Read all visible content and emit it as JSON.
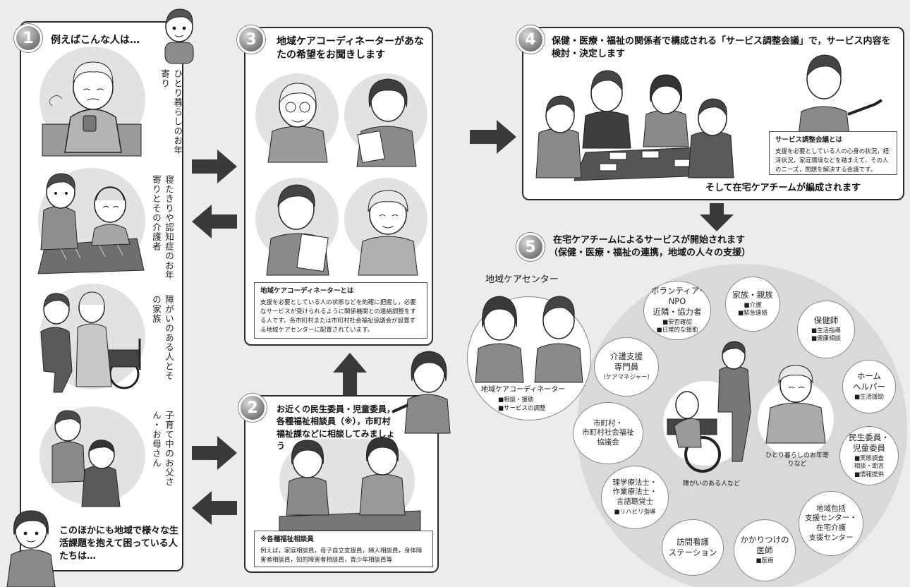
{
  "step1": {
    "number": "1",
    "title": "例えばこんな人は…",
    "cases": [
      "ひとり暮らしのお年寄り",
      "寝たきりや認知症のお年寄りとその介護者",
      "障がいのある人とその家族",
      "子育て中のお父さん・お母さん"
    ],
    "footer": "このほかにも地域で様々な生活課題を抱えて困っている人たちは…"
  },
  "step2": {
    "number": "2",
    "title": "お近くの民生委員・児童委員，各種福祉相談員（※），市町村福祉課などに相談してみましょう",
    "note_heading": "※各種福祉相談員",
    "note_body": "例えば，家庭相談員，母子自立支援員，婦人相談員，身体障害者相談員，知的障害者相談員，青少年相談員等"
  },
  "step3": {
    "number": "3",
    "title": "地域ケアコーディネーターがあなたの希望をお聞きします",
    "note_heading": "地域ケアコーディネーターとは",
    "note_body": "支援を必要としている人の状態などを的確に把握し，必要なサービスが受けられるように関係機関との連絡調整をする人です。各市町村または市町村社会福祉協議会が設置する地域ケアセンターに配置されています。"
  },
  "step4": {
    "number": "4",
    "title": "保健・医療・福祉の関係者で構成される「サービス調整会議」で，サービス内容を検討・決定します",
    "note_heading": "サービス調整会議とは",
    "note_body": "支援を必要としている人の心身の状況，経済状況，家庭環境などを踏まえて，その人のニーズ，問題を解決する会議です。",
    "footer": "そして在宅ケアチームが編成されます"
  },
  "step5": {
    "number": "5",
    "title": "在宅ケアチームによるサービスが開始されます",
    "subtitle": "（保健・医療・福祉の連携，地域の人々の支援）",
    "center_label": "地域ケアセンター",
    "coordinator_label": "地域ケアコーディネーター",
    "coordinator_roles": "■相談・援助\n■サービスの調整",
    "elderly_label": "ひとり暮らしのお年寄りなど",
    "disabled_label": "障がいのある人など",
    "nodes": [
      {
        "name": "ボランティア･NPO\n近隣・協力者",
        "roles": "■安否確認\n■日常的な援助"
      },
      {
        "name": "家族・親族",
        "roles": "■介護\n■緊急連絡"
      },
      {
        "name": "保健師",
        "roles": "■生活指導\n■健康相談"
      },
      {
        "name": "ホーム\nヘルパー",
        "roles": "■生活援助"
      },
      {
        "name": "民生委員・\n児童委員",
        "roles": "■実態調査\n相談・助言\n■情報提供"
      },
      {
        "name": "地域包括\n支援センター・\n在宅介護\n支援センター",
        "roles": ""
      },
      {
        "name": "かかりつけの\n医師",
        "roles": "■医療"
      },
      {
        "name": "訪問看護\nステーション",
        "roles": ""
      },
      {
        "name": "理学療法士・\n作業療法士・\n言語聴覚士",
        "roles": "■リハビリ指導"
      },
      {
        "name": "市町村・\n市町村社会福祉\n協議会",
        "roles": ""
      },
      {
        "name": "介護支援\n専門員",
        "roles": "（ケアマネジャー）"
      }
    ]
  },
  "colors": {
    "background": "#ececec",
    "panel_border": "#2b2b2b",
    "arrow": "#3a3a3a",
    "circle_fill": "#dcdcdc"
  }
}
